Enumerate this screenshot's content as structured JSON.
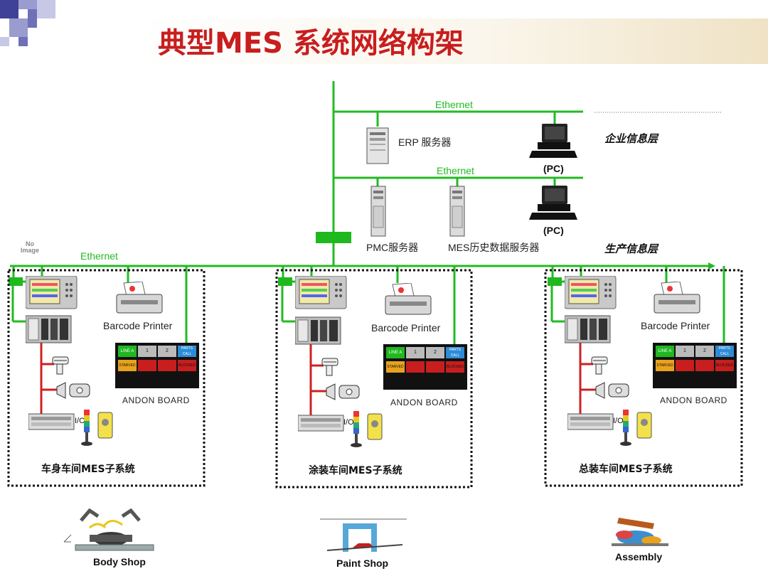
{
  "title": "典型MES 系统网络构架",
  "ethernet": {
    "top": "Ethernet",
    "mid": "Ethernet",
    "main": "Ethernet"
  },
  "servers": {
    "erp": "ERP 服务器",
    "pmc": "PMC服务器",
    "history": "MES历史数据服务器"
  },
  "pc_label": "(PC)",
  "layers": {
    "enterprise": "企业信息层",
    "production": "生产信息层"
  },
  "no_image": "No Image",
  "cells": [
    {
      "printer": "Barcode Printer",
      "andon": "ANDON   BOARD",
      "io": "I/O",
      "subsystem": "车身车间MES子系统",
      "shop": "Body Shop"
    },
    {
      "printer": "Barcode Printer",
      "andon": "ANDON   BOARD",
      "io": "I/O",
      "subsystem": "涂装车间MES子系统",
      "shop": "Paint Shop"
    },
    {
      "printer": "Barcode Printer",
      "andon": "ANDON   BOARD",
      "io": "I/O",
      "subsystem": "总装车间MES子系统",
      "shop": "Assembly"
    }
  ],
  "andon_board": {
    "line": "LINE A",
    "b1": "1",
    "b2": "2",
    "call": "PARTS CALL",
    "starved": "STARVED",
    "blocked": "BLOCKED"
  },
  "colors": {
    "network": "#22bb22",
    "fieldbus": "#cc2222",
    "title": "#c81e1e",
    "logo_blue": "#6f70b8"
  }
}
